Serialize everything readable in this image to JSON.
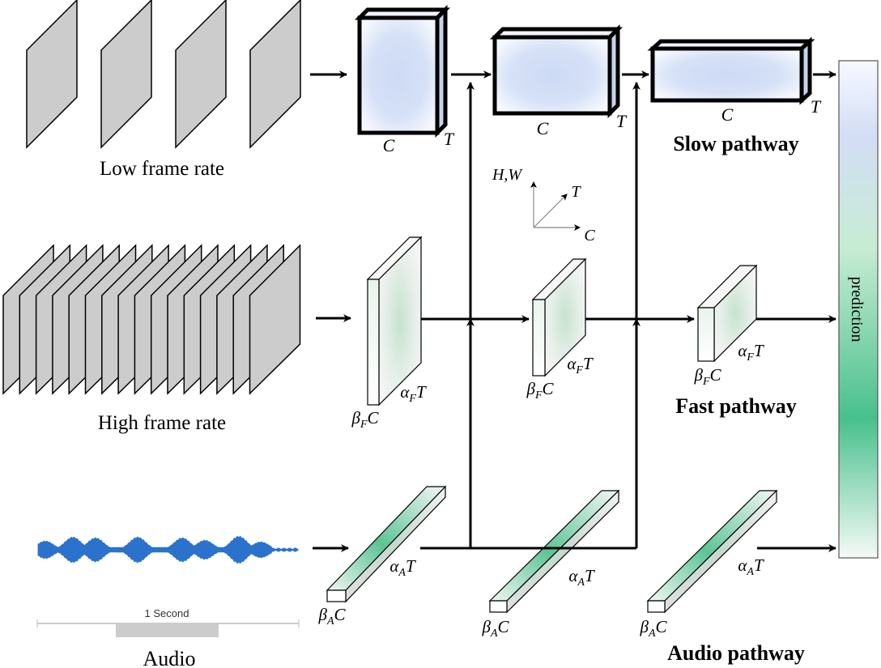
{
  "inputs": {
    "low_frame_rate": {
      "label": "Low frame rate",
      "frame_count": 4
    },
    "high_frame_rate": {
      "label": "High frame rate",
      "frame_count": 16
    },
    "audio": {
      "label": "Audio",
      "scale_label": "1 Second",
      "waveform_color": "#2a72cc"
    }
  },
  "axes_legend": {
    "vertical": "H,W",
    "depth": "T",
    "horizontal": "C"
  },
  "pathways": {
    "slow": {
      "title": "Slow pathway",
      "blocks": [
        {
          "width_label": "C",
          "depth_label": "T"
        },
        {
          "width_label": "C",
          "depth_label": "T"
        },
        {
          "width_label": "C",
          "depth_label": "T"
        }
      ],
      "color": "#cfdcf5"
    },
    "fast": {
      "title": "Fast pathway",
      "blocks": [
        {
          "width_label": "β",
          "width_sub": "F",
          "width_var": "C",
          "depth_label": "α",
          "depth_sub": "F",
          "depth_var": "T"
        },
        {
          "width_label": "β",
          "width_sub": "F",
          "width_var": "C",
          "depth_label": "α",
          "depth_sub": "F",
          "depth_var": "T"
        },
        {
          "width_label": "β",
          "width_sub": "F",
          "width_var": "C",
          "depth_label": "α",
          "depth_sub": "F",
          "depth_var": "T"
        }
      ],
      "color": "#cfe6d6"
    },
    "audio": {
      "title": "Audio pathway",
      "blocks": [
        {
          "width_label": "β",
          "width_sub": "A",
          "width_var": "C",
          "depth_label": "α",
          "depth_sub": "A",
          "depth_var": "T"
        },
        {
          "width_label": "β",
          "width_sub": "A",
          "width_var": "C",
          "depth_label": "α",
          "depth_sub": "A",
          "depth_var": "T"
        },
        {
          "width_label": "β",
          "width_sub": "A",
          "width_var": "C",
          "depth_label": "α",
          "depth_sub": "A",
          "depth_var": "T"
        }
      ],
      "color": "#3dbb85"
    }
  },
  "output": {
    "label": "prediction",
    "gradient_colors": [
      "#f7f9ff",
      "#d3def5",
      "#c6ecd3",
      "#48c08d",
      "#f4faf6"
    ]
  }
}
